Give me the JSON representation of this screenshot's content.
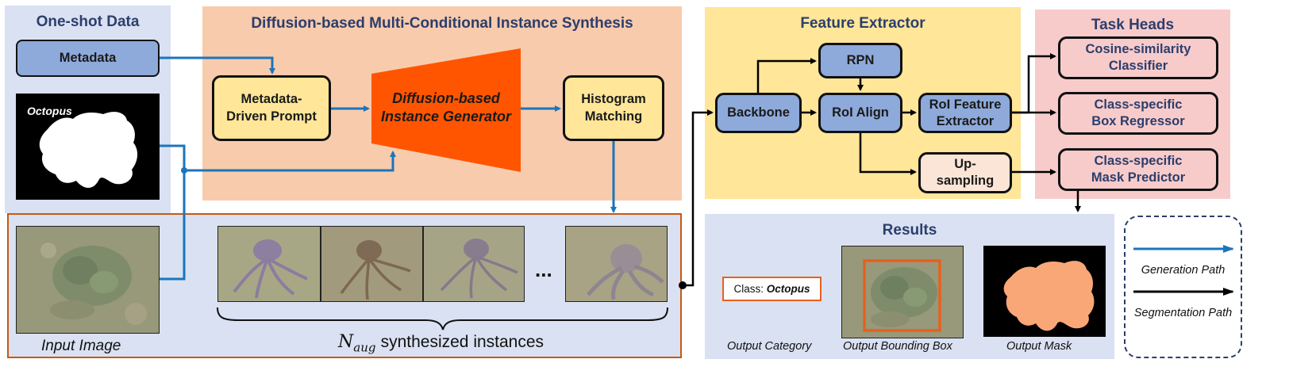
{
  "panels": {
    "one_shot": {
      "title": "One-shot Data"
    },
    "synthesis": {
      "title": "Diffusion-based Multi-Conditional Instance Synthesis"
    },
    "feature": {
      "title": "Feature Extractor"
    },
    "heads": {
      "title": "Task Heads"
    },
    "results": {
      "title": "Results"
    }
  },
  "one_shot": {
    "metadata": "Metadata",
    "mask_label": "Octopus",
    "input_label": "Input Image"
  },
  "synthesis": {
    "prompt": "Metadata-\nDriven Prompt",
    "generator": "Diffusion-based\nInstance Generator",
    "histogram": "Histogram\nMatching",
    "ellipsis": "...",
    "n_symbol": "N",
    "n_sub": "aug",
    "caption": "synthesized instances"
  },
  "feature": {
    "rpn": "RPN",
    "backbone": "Backbone",
    "roi_align": "RoI Align",
    "roi_feature": "RoI Feature\nExtractor",
    "upsampling": "Up-\nsampling"
  },
  "heads": {
    "cls": "Cosine-similarity\nClassifier",
    "box": "Class-specific\nBox Regressor",
    "mask": "Class-specific\nMask Predictor"
  },
  "results": {
    "class_prefix": "Class: ",
    "class_name": "Octopus",
    "cap_category": "Output Category",
    "cap_bbox": "Output Bounding Box",
    "cap_mask": "Output Mask"
  },
  "legend": {
    "generation": "Generation Path",
    "segmentation": "Segmentation Path"
  },
  "colors": {
    "generation_arrow": "#1b75bc",
    "segmentation_arrow": "#000000",
    "generator_fill": "#ff5500",
    "bbox_outline": "#e8601c",
    "mask_fill": "#f9a777"
  }
}
